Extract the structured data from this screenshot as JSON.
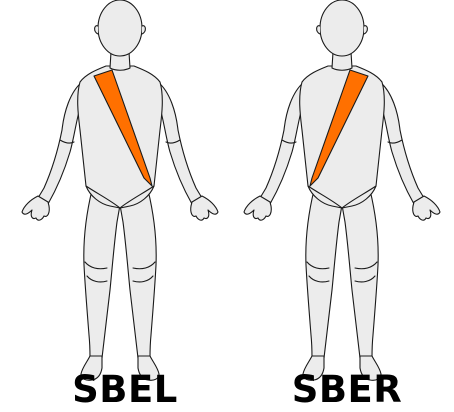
{
  "colors": {
    "body_fill": "#ececec",
    "outline": "#1a1a1a",
    "sash": "#ff7000",
    "background": "#ffffff",
    "caption": "#000000"
  },
  "figures": [
    {
      "id": "left",
      "label": "SBEL",
      "sash_direction": "left-shoulder-to-right-hip"
    },
    {
      "id": "right",
      "label": "SBER",
      "sash_direction": "right-shoulder-to-left-hip"
    }
  ]
}
